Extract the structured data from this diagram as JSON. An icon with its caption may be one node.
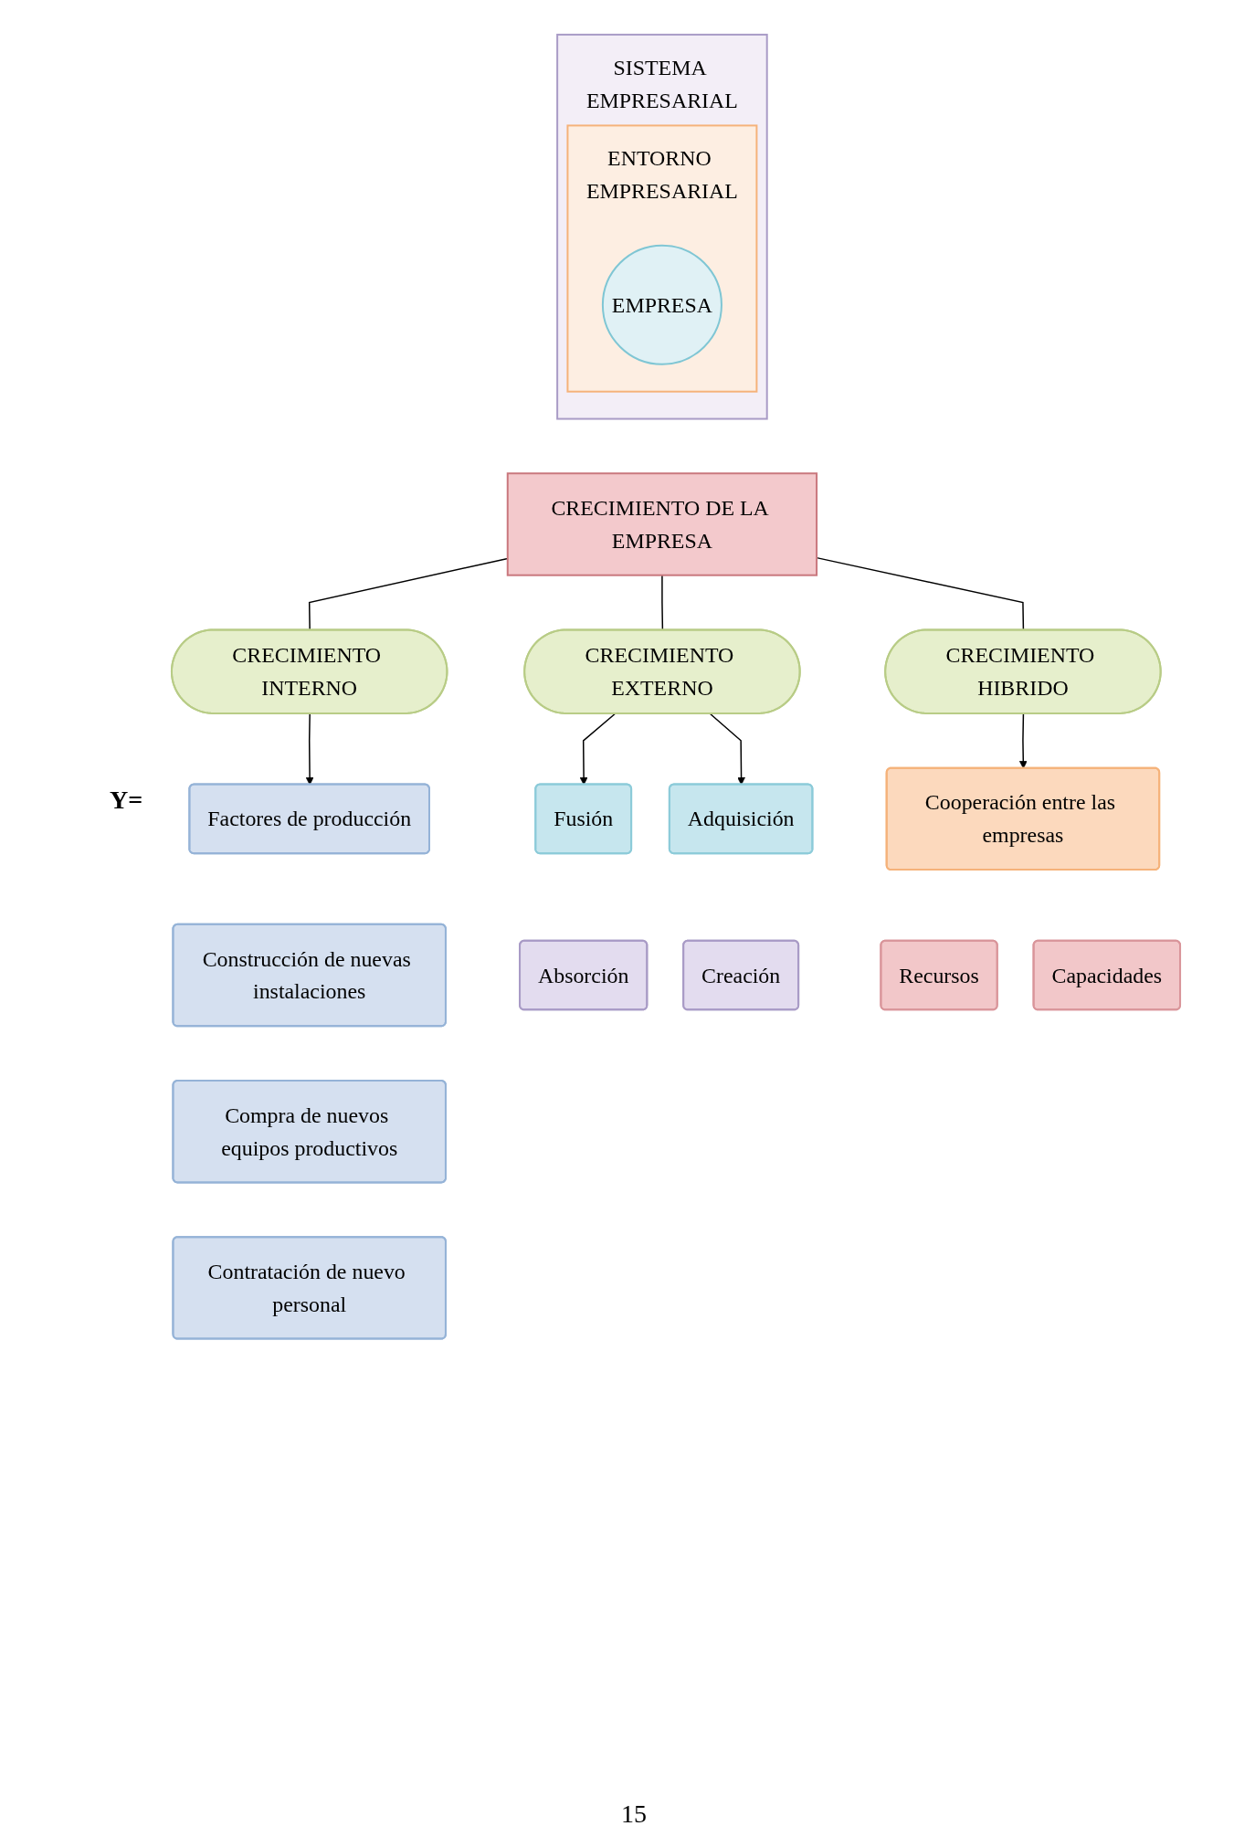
{
  "diagram": {
    "nodes": [
      {
        "text": [
          "SISTEMA EMPRESARIAL"
        ]
      },
      {
        "text": [
          "ENTORNO EMPRESARIAL"
        ],
        "in": 0
      },
      {
        "text": [
          "EMPRESA"
        ],
        "in": 1
      },
      {
        "text": [
          "CRECIMIENTO DE LA EMPRESA"
        ]
      },
      {
        "text": [
          "CRECIMIENTO INTERNO"
        ]
      },
      {
        "text": [
          "CRECIMIENTO EXTERNO"
        ]
      },
      {
        "text": [
          "CRECIMIENTO HIBRIDO"
        ]
      },
      {
        "text": [
          "Factores de producción"
        ]
      },
      {
        "text": [
          "Construcción de nuevas instalaciones"
        ]
      },
      {
        "text": [
          "Compra de nuevos equipos productivos"
        ]
      },
      {
        "text": [
          "Contratación de nuevo personal"
        ]
      },
      {
        "text": [
          "Fusión"
        ]
      },
      {
        "text": [
          "Adquisición"
        ]
      },
      {
        "text": [
          "Absorción"
        ]
      },
      {
        "text": [
          "Creación"
        ]
      },
      {
        "text": [
          "Cooperación entre las empresas"
        ]
      },
      {
        "text": [
          "Recursos"
        ]
      },
      {
        "text": [
          "Capacidades"
        ]
      }
    ],
    "edges": [
      {
        "from": 3,
        "to": 4,
        "arrow": "none"
      },
      {
        "from": 3,
        "to": 5,
        "arrow": "none"
      },
      {
        "from": 3,
        "to": 6,
        "arrow": "none"
      },
      {
        "from": 4,
        "to": 7,
        "arrow": "to"
      },
      {
        "from": 5,
        "to": 11,
        "arrow": "to"
      },
      {
        "from": 5,
        "to": 12,
        "arrow": "to"
      },
      {
        "from": 6,
        "to": 15,
        "arrow": "to"
      }
    ],
    "labels": [
      "Y=",
      "15"
    ]
  }
}
